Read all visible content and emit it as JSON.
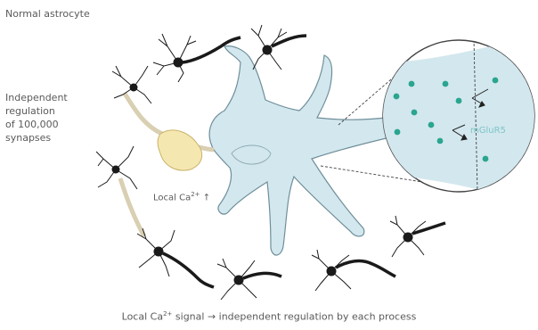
{
  "title": "Normal astrocyte",
  "left_label": {
    "lines": [
      "Independent",
      "regulation",
      "of 100,000",
      "synapses"
    ]
  },
  "local_calcium": {
    "prefix": "Local Ca",
    "superscript": "2+",
    "arrow": "↑"
  },
  "receptor_label": "mGluR5",
  "caption": {
    "prefix": "Local Ca",
    "superscript": "2+",
    "suffix": " signal → independent regulation by each process"
  },
  "colors": {
    "astrocyte_fill": "#d3e7ee",
    "astrocyte_stroke": "#6f8f9a",
    "synapse_highlight": "#f5e7b0",
    "neuron_highlight": "#f4e3c2",
    "dots": "#2aa58f",
    "neuron": "#1a1a1a"
  }
}
